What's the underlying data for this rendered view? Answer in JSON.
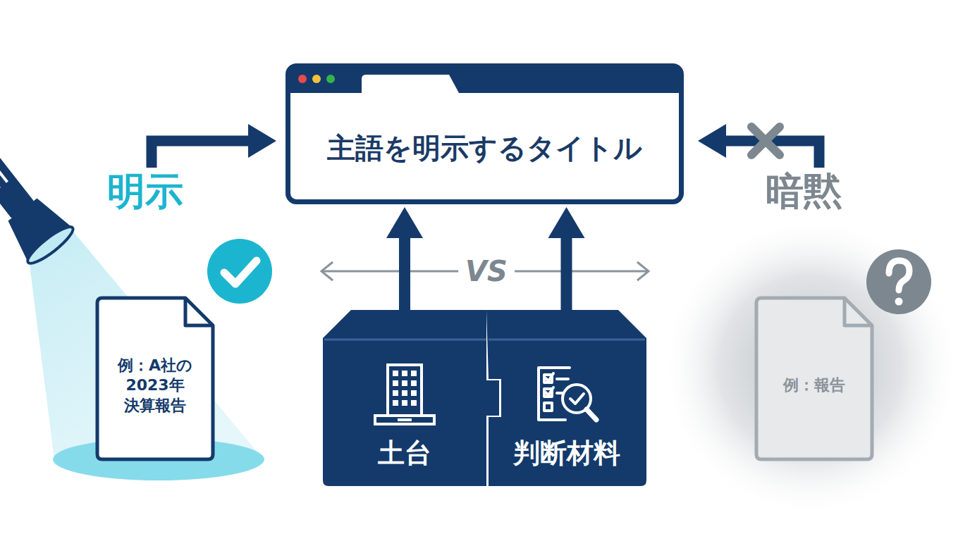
{
  "diagram": {
    "nodes": [
      {
        "text": [
          "主語を明示するタイトル"
        ]
      },
      {
        "text": [
          "例：A社の 2023年 決算報告"
        ]
      },
      {
        "text": [
          "例：報告"
        ]
      },
      {
        "text": [
          "土台"
        ]
      },
      {
        "text": [
          "判断材料"
        ]
      }
    ],
    "edges": [
      {
        "from": 3,
        "to": 0,
        "arrow": "to"
      },
      {
        "from": 4,
        "to": 0,
        "arrow": "to"
      }
    ],
    "labels": [
      "明示",
      "暗黙",
      "VS"
    ]
  }
}
